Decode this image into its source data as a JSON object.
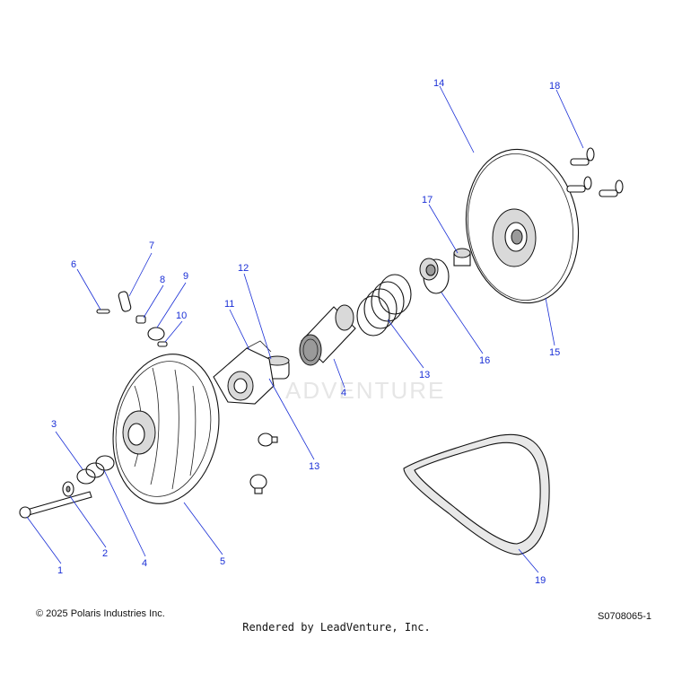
{
  "watermark": "ADVENTURE",
  "footer": {
    "copyright": "© 2025 Polaris Industries Inc.",
    "rendered_by": "Rendered by LeadVenture, Inc.",
    "drawing_id": "S0708065-1"
  },
  "callouts": [
    "1",
    "2",
    "3",
    "4",
    "5",
    "6",
    "7",
    "8",
    "9",
    "10",
    "11",
    "12",
    "13",
    "4",
    "13",
    "16",
    "17",
    "14",
    "18",
    "15",
    "19"
  ],
  "colors": {
    "callout": "#1a2fd6",
    "line": "#111111",
    "shade": "#d9d9d9"
  }
}
